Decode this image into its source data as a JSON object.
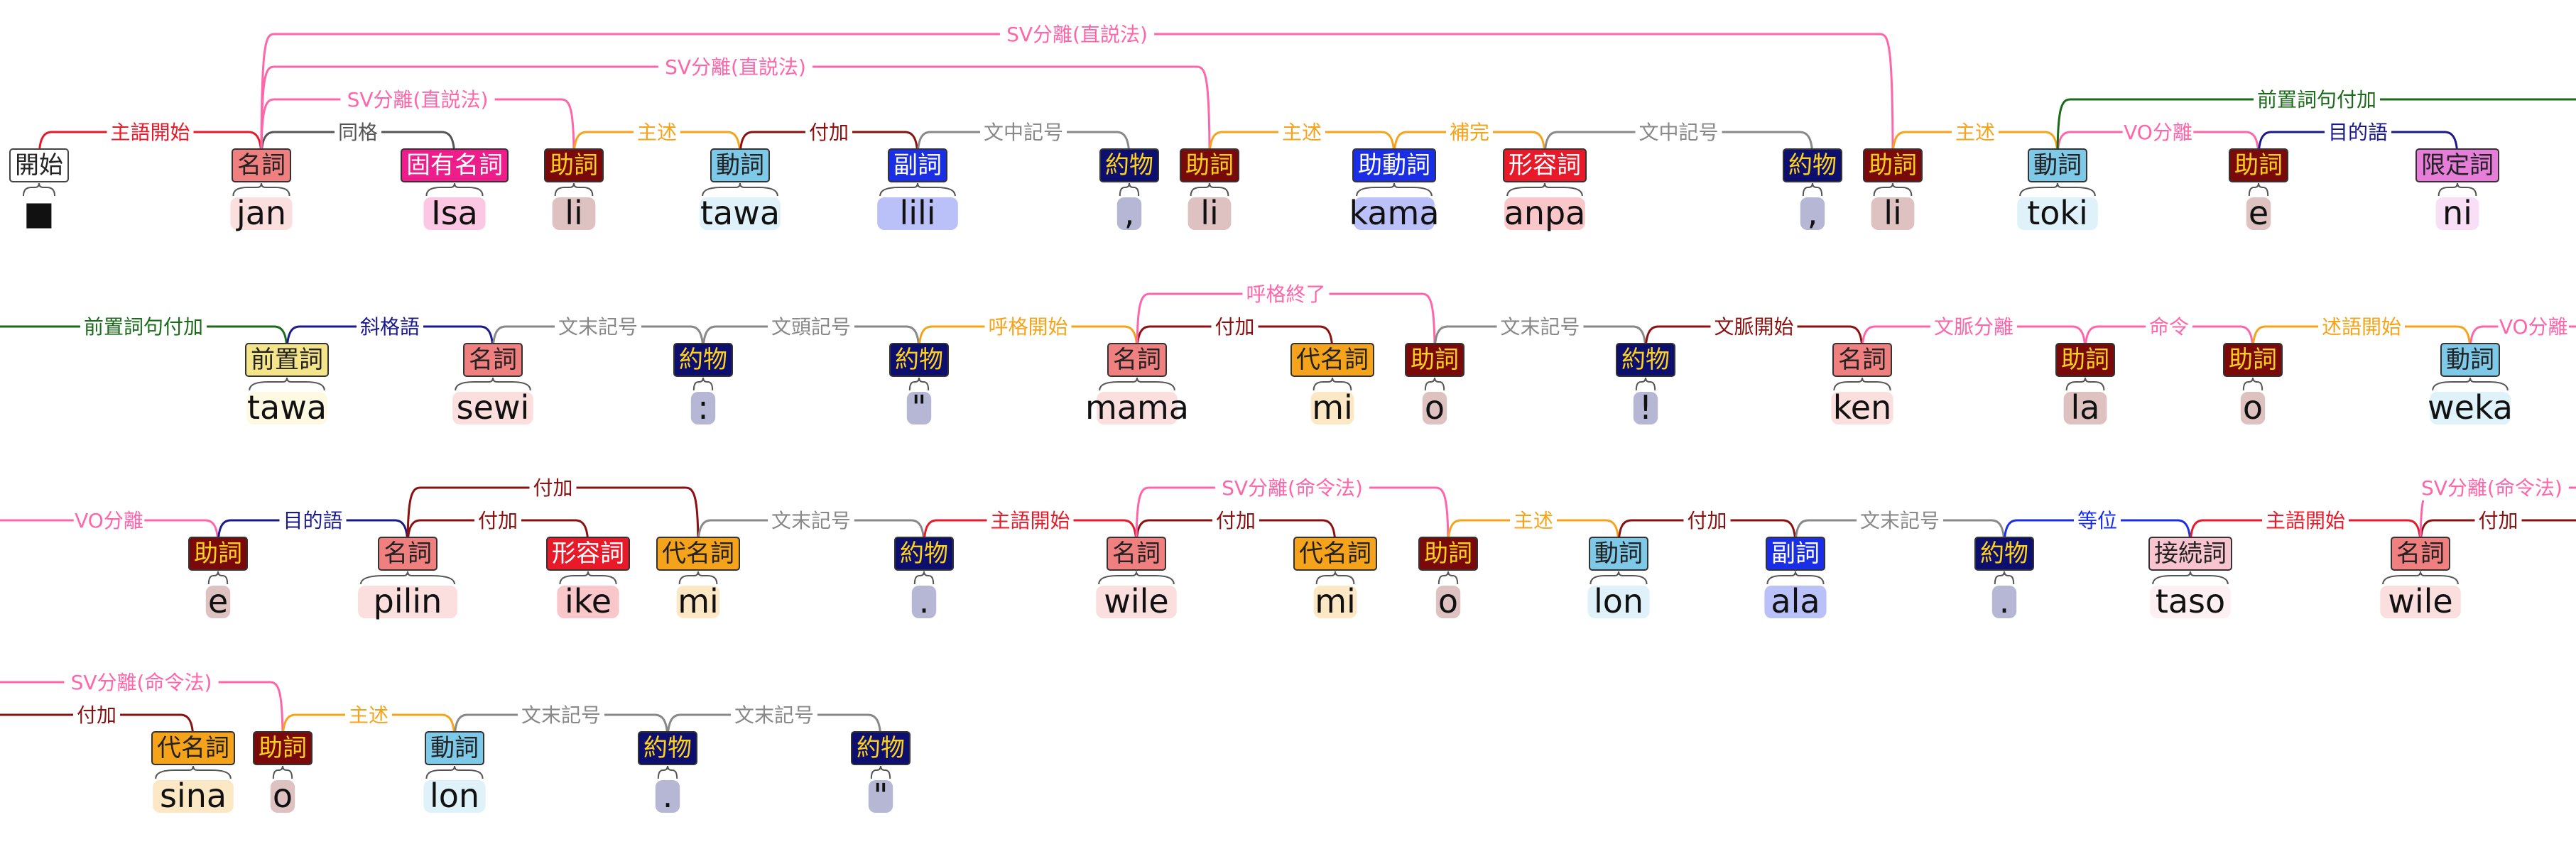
{
  "colors": {
    "start": "#ffffff",
    "noun": "#f08080",
    "proper": "#ee1d8b",
    "particle": "#7a0a0a",
    "verb": "#7ec8e8",
    "adverb": "#1a2ee8",
    "punct": "#0d0f6e",
    "aux": "#1a2ee8",
    "adj": "#e81a2a",
    "prep": "#f5e58a",
    "pron": "#f5a31a",
    "conj": "#f8c4d0",
    "det": "#e67ed9"
  },
  "rows": [
    {
      "tokens": [
        {
          "pos": "開始",
          "word": "■",
          "c": "start"
        },
        {
          "pos": "名詞",
          "word": "jan",
          "c": "noun"
        },
        {
          "pos": "固有名詞",
          "word": "Isa",
          "c": "proper"
        },
        {
          "pos": "助詞",
          "word": "li",
          "c": "particle"
        },
        {
          "pos": "動詞",
          "word": "tawa",
          "c": "verb"
        },
        {
          "pos": "副詞",
          "word": "lili",
          "c": "adverb"
        },
        {
          "pos": "約物",
          "word": ",",
          "c": "punct"
        },
        {
          "pos": "助詞",
          "word": "li",
          "c": "particle"
        },
        {
          "pos": "助動詞",
          "word": "kama",
          "c": "aux"
        },
        {
          "pos": "形容詞",
          "word": "anpa",
          "c": "adj"
        },
        {
          "pos": "約物",
          "word": ",",
          "c": "punct"
        },
        {
          "pos": "助詞",
          "word": "li",
          "c": "particle"
        },
        {
          "pos": "動詞",
          "word": "toki",
          "c": "verb"
        },
        {
          "pos": "助詞",
          "word": "e",
          "c": "particle"
        },
        {
          "pos": "限定詞",
          "word": "ni",
          "c": "det"
        }
      ],
      "arcs": [
        {
          "f": 0,
          "t": 1,
          "label": "主語開始",
          "color": "#e81a2a",
          "level": 1
        },
        {
          "f": 1,
          "t": 2,
          "label": "同格",
          "color": "#555555",
          "level": 1
        },
        {
          "f": 1,
          "t": 3,
          "label": "SV分離(直説法)",
          "color": "#ff66aa",
          "level": 2
        },
        {
          "f": 3,
          "t": 4,
          "label": "主述",
          "color": "#f5a31a",
          "level": 1
        },
        {
          "f": 4,
          "t": 5,
          "label": "付加",
          "color": "#8b1010",
          "level": 1
        },
        {
          "f": 5,
          "t": 6,
          "label": "文中記号",
          "color": "#888888",
          "level": 1
        },
        {
          "f": 1,
          "t": 7,
          "label": "SV分離(直説法)",
          "color": "#ff66aa",
          "level": 3
        },
        {
          "f": 7,
          "t": 8,
          "label": "主述",
          "color": "#f5a31a",
          "level": 1
        },
        {
          "f": 8,
          "t": 9,
          "label": "補完",
          "color": "#f5a31a",
          "level": 1
        },
        {
          "f": 9,
          "t": 10,
          "label": "文中記号",
          "color": "#888888",
          "level": 1
        },
        {
          "f": 1,
          "t": 11,
          "label": "SV分離(直説法)",
          "color": "#ff66aa",
          "level": 4
        },
        {
          "f": 11,
          "t": 12,
          "label": "主述",
          "color": "#f5a31a",
          "level": 1
        },
        {
          "f": 12,
          "t": 13,
          "label": "VO分離",
          "color": "#ff66aa",
          "level": 1
        },
        {
          "f": 13,
          "t": 14,
          "label": "目的語",
          "color": "#1a1a8b",
          "level": 1
        },
        {
          "f": 12,
          "t": -1,
          "label": "前置詞句付加",
          "color": "#1a6b1a",
          "level": 2
        }
      ]
    },
    {
      "tokens": [
        {
          "pos": "前置詞",
          "word": "tawa",
          "c": "prep"
        },
        {
          "pos": "名詞",
          "word": "sewi",
          "c": "noun"
        },
        {
          "pos": "約物",
          "word": ":",
          "c": "punct"
        },
        {
          "pos": "約物",
          "word": "\"",
          "c": "punct"
        },
        {
          "pos": "名詞",
          "word": "mama",
          "c": "noun"
        },
        {
          "pos": "代名詞",
          "word": "mi",
          "c": "pron"
        },
        {
          "pos": "助詞",
          "word": "o",
          "c": "particle"
        },
        {
          "pos": "約物",
          "word": "!",
          "c": "punct"
        },
        {
          "pos": "名詞",
          "word": "ken",
          "c": "noun"
        },
        {
          "pos": "助詞",
          "word": "la",
          "c": "particle"
        },
        {
          "pos": "助詞",
          "word": "o",
          "c": "particle"
        },
        {
          "pos": "動詞",
          "word": "weka",
          "c": "verb"
        }
      ],
      "arcs": [
        {
          "f": -1,
          "t": 0,
          "label": "前置詞句付加",
          "color": "#1a6b1a",
          "level": 1
        },
        {
          "f": 0,
          "t": 1,
          "label": "斜格語",
          "color": "#1a1a8b",
          "level": 1
        },
        {
          "f": 1,
          "t": 2,
          "label": "文末記号",
          "color": "#888888",
          "level": 1
        },
        {
          "f": 2,
          "t": 3,
          "label": "文頭記号",
          "color": "#888888",
          "level": 1
        },
        {
          "f": 3,
          "t": 4,
          "label": "呼格開始",
          "color": "#f5a31a",
          "level": 1
        },
        {
          "f": 4,
          "t": 5,
          "label": "付加",
          "color": "#8b1010",
          "level": 1
        },
        {
          "f": 4,
          "t": 6,
          "label": "呼格終了",
          "color": "#ff66aa",
          "level": 2
        },
        {
          "f": 6,
          "t": 7,
          "label": "文末記号",
          "color": "#888888",
          "level": 1
        },
        {
          "f": 7,
          "t": 8,
          "label": "文脈開始",
          "color": "#8b1010",
          "level": 1
        },
        {
          "f": 8,
          "t": 9,
          "label": "文脈分離",
          "color": "#ff66aa",
          "level": 1
        },
        {
          "f": 9,
          "t": 10,
          "label": "命令",
          "color": "#ff66aa",
          "level": 1
        },
        {
          "f": 10,
          "t": 11,
          "label": "述語開始",
          "color": "#f5a31a",
          "level": 1
        },
        {
          "f": 11,
          "t": -1,
          "label": "VO分離",
          "color": "#ff66aa",
          "level": 1
        }
      ]
    },
    {
      "tokens": [
        {
          "pos": "助詞",
          "word": "e",
          "c": "particle"
        },
        {
          "pos": "名詞",
          "word": "pilin",
          "c": "noun"
        },
        {
          "pos": "形容詞",
          "word": "ike",
          "c": "adj"
        },
        {
          "pos": "代名詞",
          "word": "mi",
          "c": "pron"
        },
        {
          "pos": "約物",
          "word": ".",
          "c": "punct"
        },
        {
          "pos": "名詞",
          "word": "wile",
          "c": "noun"
        },
        {
          "pos": "代名詞",
          "word": "mi",
          "c": "pron"
        },
        {
          "pos": "助詞",
          "word": "o",
          "c": "particle"
        },
        {
          "pos": "動詞",
          "word": "lon",
          "c": "verb"
        },
        {
          "pos": "副詞",
          "word": "ala",
          "c": "adverb"
        },
        {
          "pos": "約物",
          "word": ".",
          "c": "punct"
        },
        {
          "pos": "接続詞",
          "word": "taso",
          "c": "conj"
        },
        {
          "pos": "名詞",
          "word": "wile",
          "c": "noun"
        }
      ],
      "arcs": [
        {
          "f": -1,
          "t": 0,
          "label": "VO分離",
          "color": "#ff66aa",
          "level": 1
        },
        {
          "f": 0,
          "t": 1,
          "label": "目的語",
          "color": "#1a1a8b",
          "level": 1
        },
        {
          "f": 1,
          "t": 2,
          "label": "付加",
          "color": "#8b1010",
          "level": 1
        },
        {
          "f": 1,
          "t": 3,
          "label": "付加",
          "color": "#8b1010",
          "level": 2
        },
        {
          "f": 3,
          "t": 4,
          "label": "文末記号",
          "color": "#888888",
          "level": 1
        },
        {
          "f": 4,
          "t": 5,
          "label": "主語開始",
          "color": "#e81a2a",
          "level": 1
        },
        {
          "f": 5,
          "t": 6,
          "label": "付加",
          "color": "#8b1010",
          "level": 1
        },
        {
          "f": 5,
          "t": 7,
          "label": "SV分離(命令法)",
          "color": "#ff66aa",
          "level": 2
        },
        {
          "f": 7,
          "t": 8,
          "label": "主述",
          "color": "#f5a31a",
          "level": 1
        },
        {
          "f": 8,
          "t": 9,
          "label": "付加",
          "color": "#8b1010",
          "level": 1
        },
        {
          "f": 9,
          "t": 10,
          "label": "文末記号",
          "color": "#888888",
          "level": 1
        },
        {
          "f": 10,
          "t": 11,
          "label": "等位",
          "color": "#1a2ee8",
          "level": 1
        },
        {
          "f": 11,
          "t": 12,
          "label": "主語開始",
          "color": "#e81a2a",
          "level": 1
        },
        {
          "f": 12,
          "t": -1,
          "label": "付加",
          "color": "#8b1010",
          "level": 1
        },
        {
          "f": 12,
          "t": -1,
          "label": "SV分離(命令法)",
          "color": "#ff66aa",
          "level": 2
        }
      ]
    },
    {
      "tokens": [
        {
          "pos": "代名詞",
          "word": "sina",
          "c": "pron"
        },
        {
          "pos": "助詞",
          "word": "o",
          "c": "particle"
        },
        {
          "pos": "動詞",
          "word": "lon",
          "c": "verb"
        },
        {
          "pos": "約物",
          "word": ".",
          "c": "punct"
        },
        {
          "pos": "約物",
          "word": "\"",
          "c": "punct"
        }
      ],
      "arcs": [
        {
          "f": -1,
          "t": 1,
          "label": "SV分離(命令法)",
          "color": "#ff66aa",
          "level": 2
        },
        {
          "f": -1,
          "t": 0,
          "label": "付加",
          "color": "#8b1010",
          "level": 1
        },
        {
          "f": 1,
          "t": 2,
          "label": "主述",
          "color": "#f5a31a",
          "level": 1
        },
        {
          "f": 2,
          "t": 3,
          "label": "文末記号",
          "color": "#888888",
          "level": 1
        },
        {
          "f": 3,
          "t": 4,
          "label": "文末記号",
          "color": "#888888",
          "level": 1
        }
      ]
    }
  ]
}
